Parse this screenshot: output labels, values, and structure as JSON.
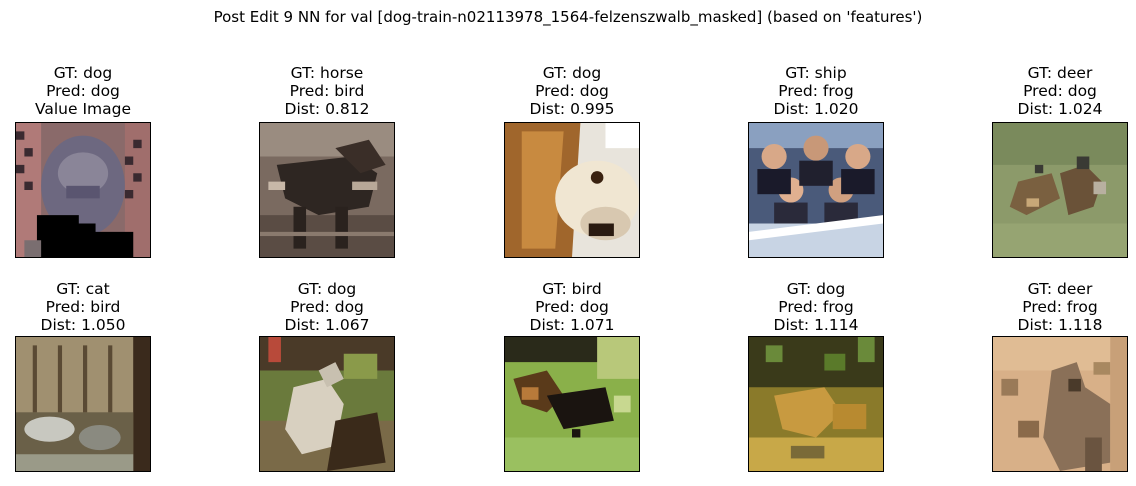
{
  "title": "Post Edit 9 NN for val [dog-train-n02113978_1564-felzenszwalb_masked] (based on 'features')",
  "panels": [
    {
      "gt": "GT: dog",
      "pred": "Pred: dog",
      "extra": "Value Image",
      "image_icon": "masked-dog-photo"
    },
    {
      "gt": "GT: horse",
      "pred": "Pred: bird",
      "extra": "Dist: 0.812",
      "image_icon": "horse-photo"
    },
    {
      "gt": "GT: dog",
      "pred": "Pred: dog",
      "extra": "Dist: 0.995",
      "image_icon": "dog-face-photo"
    },
    {
      "gt": "GT: ship",
      "pred": "Pred: frog",
      "extra": "Dist: 1.020",
      "image_icon": "boat-crowd-photo"
    },
    {
      "gt": "GT: deer",
      "pred": "Pred: dog",
      "extra": "Dist: 1.024",
      "image_icon": "deer-field-photo"
    },
    {
      "gt": "GT: cat",
      "pred": "Pred: bird",
      "extra": "Dist: 1.050",
      "image_icon": "cat-window-photo"
    },
    {
      "gt": "GT: dog",
      "pred": "Pred: dog",
      "extra": "Dist: 1.067",
      "image_icon": "dog-grass-photo"
    },
    {
      "gt": "GT: bird",
      "pred": "Pred: dog",
      "extra": "Dist: 1.071",
      "image_icon": "bird-grass-photo"
    },
    {
      "gt": "GT: dog",
      "pred": "Pred: frog",
      "extra": "Dist: 1.114",
      "image_icon": "dog-leaves-photo"
    },
    {
      "gt": "GT: deer",
      "pred": "Pred: frog",
      "extra": "Dist: 1.118",
      "image_icon": "deer-sand-photo"
    }
  ]
}
